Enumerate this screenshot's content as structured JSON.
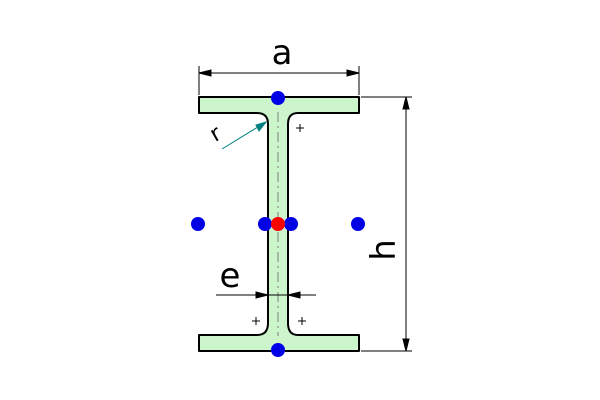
{
  "labels": {
    "flange_width": "a",
    "height": "h",
    "web_thickness": "e",
    "fillet_radius": "r"
  },
  "colors": {
    "section_fill": "#ccf5cc",
    "outline": "#000000",
    "marker": "#0000e6",
    "centroid": "#ff0000",
    "radius_leader": "#008080"
  }
}
